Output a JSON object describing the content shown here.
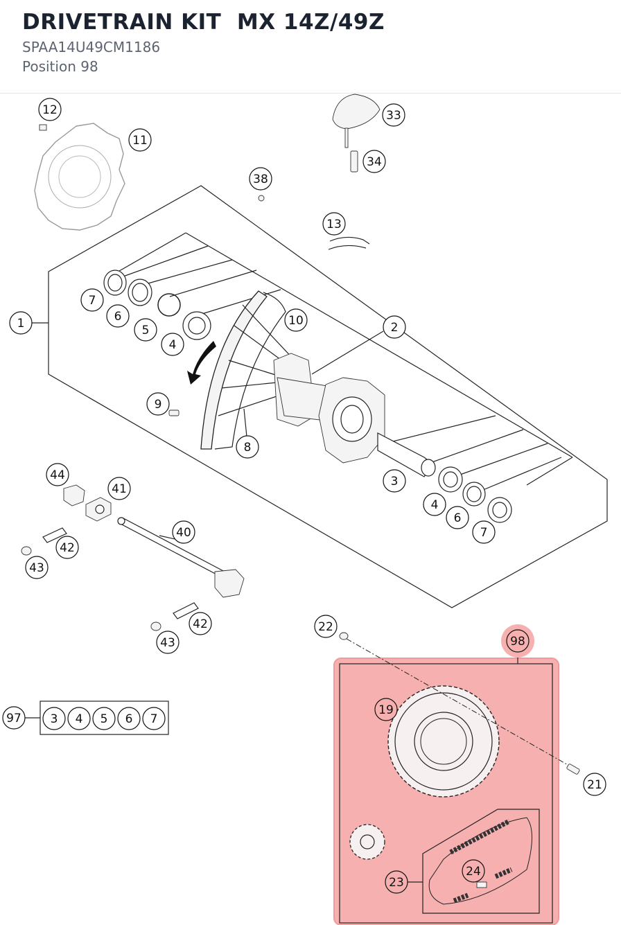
{
  "header": {
    "title": "DRIVETRAIN KIT  MX 14Z/49Z",
    "part_number": "SPAA14U49CM1186",
    "position": "Position 98"
  },
  "colors": {
    "highlight": "#f7b0b0",
    "highlight_border": "#f29a9a",
    "text": "#1b2230",
    "muted": "#5d6470"
  },
  "callouts": {
    "c12": "12",
    "c11": "11",
    "c33": "33",
    "c34": "34",
    "c38": "38",
    "c13": "13",
    "c1": "1",
    "c7a": "7",
    "c6a": "6",
    "c5": "5",
    "c4a": "4",
    "c10": "10",
    "c2": "2",
    "c9": "9",
    "c8": "8",
    "c3": "3",
    "c4b": "4",
    "c6b": "6",
    "c7b": "7",
    "c44": "44",
    "c41": "41",
    "c40": "40",
    "c42a": "42",
    "c43a": "43",
    "c42b": "42",
    "c43b": "43",
    "c22": "22",
    "c98": "98",
    "c19": "19",
    "c21": "21",
    "c24": "24",
    "c23": "23",
    "c97": "97",
    "kit97": [
      "3",
      "4",
      "5",
      "6",
      "7"
    ]
  }
}
